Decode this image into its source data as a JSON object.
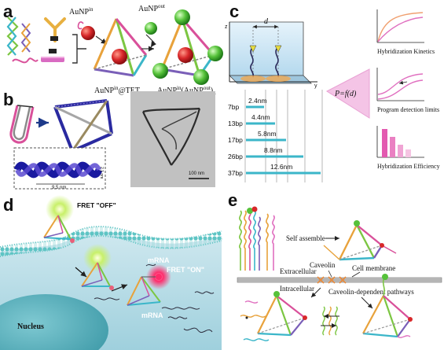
{
  "panels": {
    "a": {
      "letter": "a",
      "label_in": "AuNPin",
      "label_out": "AuNPout",
      "label_tet": "AuNPin@TET",
      "label_combo": "AuNPin(AuNPout)4"
    },
    "b": {
      "letter": "b",
      "scale_coil": "9.5 nm",
      "scale_small": "2.1 nm",
      "scale_tem": "100 nm"
    },
    "c": {
      "letter": "c",
      "d_label": "d",
      "axis_z": "z",
      "axis_y": "y",
      "formula": "P=f(d)",
      "bp_labels": [
        "7bp",
        "13bp",
        "17bp",
        "26bp",
        "37bp"
      ],
      "nm_labels": [
        "2.4nm",
        "4.4nm",
        "5.8nm",
        "8.8nm",
        "12.6nm"
      ],
      "chart_titles": [
        "Hybridization Kinetics",
        "Program detection limits",
        "Hybridization Efficiency"
      ]
    },
    "d": {
      "letter": "d",
      "fret_off": "FRET \"OFF\"",
      "fret_on": "FRET \"ON\"",
      "mrna_1": "mRNA",
      "mrna_2": "mRNA",
      "nucleus": "Nucleus"
    },
    "e": {
      "letter": "e",
      "self_assemble": "Self assemble",
      "caveolin": "Caveolin",
      "cell_membrane": "Cell membrane",
      "extracellular": "Extracellular",
      "intracellular": "Intracellular",
      "pathways": "Caveolin-dependent pathways"
    }
  },
  "colors": {
    "dna_cyan": "#3bb6c9",
    "dna_pink": "#d9509a",
    "dna_orange": "#e8a23b",
    "dna_green": "#7cc642",
    "dna_purple": "#7a5fb8",
    "gold_red": "#d8282a",
    "gold_green": "#56c23a",
    "membrane_teal": "#5ec4c4",
    "formula_pink": "#e9a2d4"
  }
}
